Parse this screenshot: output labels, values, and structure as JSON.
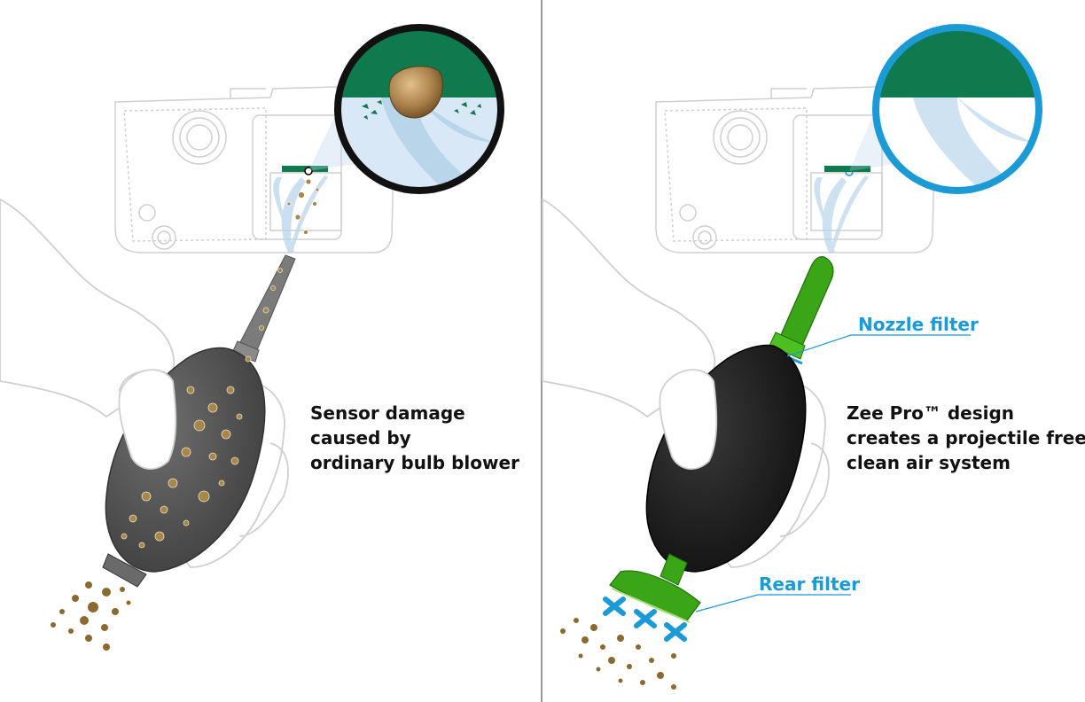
{
  "left_panel": {
    "caption_lines": [
      "Sensor damage",
      "caused by",
      "ordinary bulb blower"
    ]
  },
  "right_panel": {
    "caption_lines": [
      "Zee Pro™ design",
      "creates a projectile free,",
      "clean air system"
    ],
    "callouts": {
      "nozzle_filter": "Nozzle filter",
      "rear_filter": "Rear filter"
    }
  },
  "colors": {
    "accent_blue": "#1b9ad6",
    "sensor_green": "#0f7a4e",
    "bulb_green": "#3aa617",
    "debris_brown": "#8a6a2e",
    "line_gray": "#c8c8c8"
  }
}
